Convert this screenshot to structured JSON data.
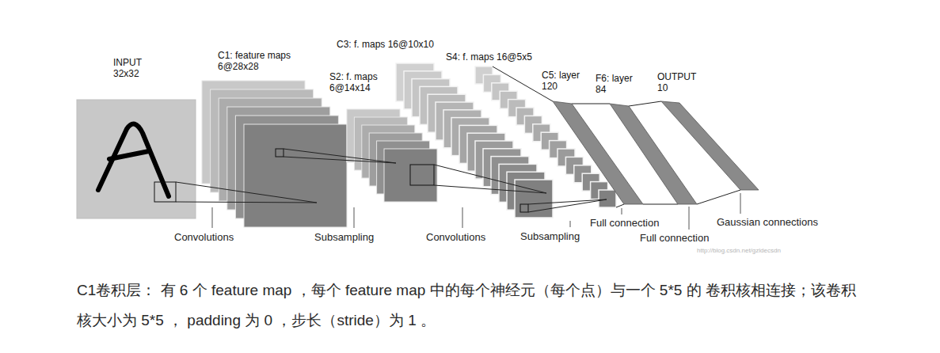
{
  "diagram": {
    "caption": "C1卷积层： 有 6 个 feature map ，每个 feature map 中的每个神经元（每个点）与一个 5*5 的 卷积核相连接；该卷积核大小为 5*5 ， padding 为 0 ，步长（stride）为 1 。",
    "nodes": [
      {
        "text": [
          "INPUT 32x32"
        ]
      },
      {
        "text": [
          "C1: feature maps 6@28x28"
        ]
      },
      {
        "text": [
          "S2: f. maps 6@14x14"
        ]
      },
      {
        "text": [
          "C3: f. maps 16@10x10"
        ]
      },
      {
        "text": [
          "S4: f. maps 16@5x5"
        ]
      },
      {
        "text": [
          "C5: layer 120"
        ]
      },
      {
        "text": [
          "F6: layer 84"
        ]
      },
      {
        "text": [
          "OUTPUT 10"
        ]
      }
    ],
    "edges": [
      {
        "from": 0,
        "to": 1,
        "arrow": "none",
        "label": "Convolutions"
      },
      {
        "from": 1,
        "to": 2,
        "arrow": "none",
        "label": "Subsampling"
      },
      {
        "from": 2,
        "to": 3,
        "arrow": "none",
        "label": "Convolutions"
      },
      {
        "from": 3,
        "to": 4,
        "arrow": "none",
        "label": "Subsampling"
      },
      {
        "from": 4,
        "to": 5,
        "arrow": "none",
        "label": "Full connection"
      },
      {
        "from": 5,
        "to": 6,
        "arrow": "none",
        "label": "Full connection"
      },
      {
        "from": 6,
        "to": 7,
        "arrow": "none",
        "label": "Gaussian connections"
      }
    ],
    "labels": [
      "http://blog.csdn.net/gzldecsdn"
    ]
  }
}
